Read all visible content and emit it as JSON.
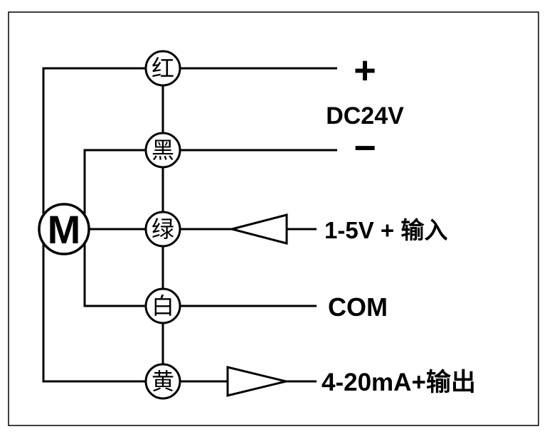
{
  "motor": {
    "label": "M"
  },
  "wires": [
    {
      "id": "red",
      "color_label": "红",
      "terminal_label": ""
    },
    {
      "id": "black",
      "color_label": "黑",
      "terminal_label": ""
    },
    {
      "id": "green",
      "color_label": "绿",
      "terminal_label": "1-5V + 输入"
    },
    {
      "id": "white",
      "color_label": "白",
      "terminal_label": "COM"
    },
    {
      "id": "yellow",
      "color_label": "黄",
      "terminal_label": "4-20mA+输出"
    }
  ],
  "power": {
    "plus": "+",
    "minus": "−",
    "voltage": "DC24V"
  },
  "colors": {
    "line": "#000000",
    "background": "#ffffff"
  }
}
